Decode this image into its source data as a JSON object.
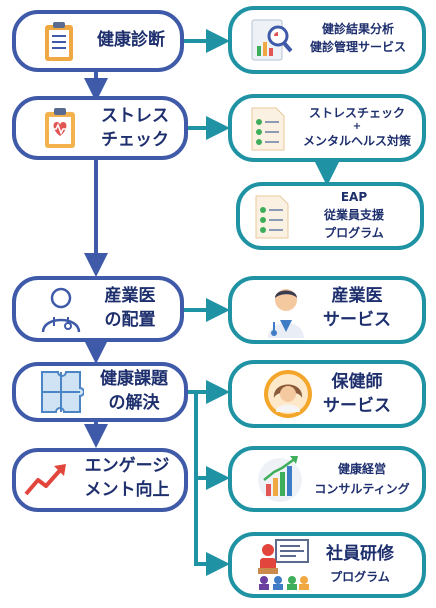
{
  "left": {
    "health_check": "健康診断",
    "stress_check_1": "ストレス",
    "stress_check_2": "チェック",
    "industrial_doctor_1": "産業医",
    "industrial_doctor_2": "の配置",
    "health_issue_1": "健康課題",
    "health_issue_2": "の解決",
    "engagement_1": "エンゲージ",
    "engagement_2": "メント向上"
  },
  "right": {
    "checkup_analysis_1": "健診結果分析",
    "checkup_analysis_2": "健診管理サービス",
    "stress_mental_1": "ストレスチェック",
    "stress_mental_plus": "+",
    "stress_mental_2": "メンタルヘルス対策",
    "eap_1": "EAP",
    "eap_2": "従業員支援",
    "eap_3": "プログラム",
    "doctor_service_1": "産業医",
    "doctor_service_2": "サービス",
    "nurse_service_1": "保健師",
    "nurse_service_2": "サービス",
    "consulting_1": "健康経営",
    "consulting_2": "コンサルティング",
    "training_1": "社員研修",
    "training_2": "プログラム"
  },
  "colors": {
    "left_border": "#3e5aa8",
    "right_border": "#1f93a3",
    "text": "#1e2f6e"
  }
}
